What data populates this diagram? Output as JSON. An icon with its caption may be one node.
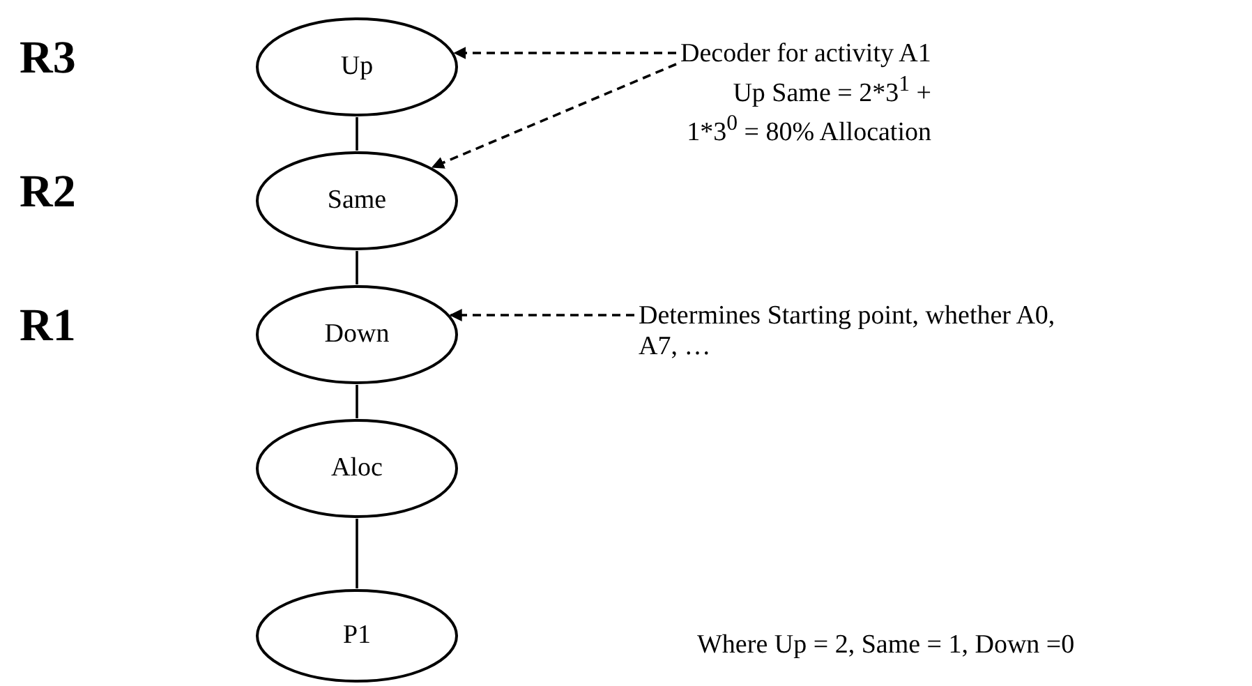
{
  "diagram": {
    "nodes": [
      {
        "text": [
          "Up"
        ]
      },
      {
        "text": [
          "Same"
        ]
      },
      {
        "text": [
          "Down"
        ]
      },
      {
        "text": [
          "Aloc"
        ]
      },
      {
        "text": [
          "P1"
        ]
      },
      {
        "text": [
          "Decoder for activity A1",
          "Up Same = 2*3$^{1}$ + 1*3$^{0}$ = 80% Allocation"
        ]
      },
      {
        "text": [
          "Determines Starting point, whether A0, A7, …"
        ]
      }
    ],
    "edges": [
      {
        "from": 0,
        "to": 1,
        "arrow": "none"
      },
      {
        "from": 1,
        "to": 2,
        "arrow": "none"
      },
      {
        "from": 2,
        "to": 3,
        "arrow": "none"
      },
      {
        "from": 3,
        "to": 4,
        "arrow": "none"
      },
      {
        "from": 5,
        "to": 0,
        "arrow": "to",
        "style": "dashed"
      },
      {
        "from": 5,
        "to": 1,
        "arrow": "to",
        "style": "dashed"
      },
      {
        "from": 6,
        "to": 2,
        "arrow": "to",
        "style": "dashed"
      }
    ],
    "labels": [
      "R3",
      "R2",
      "R1",
      "Where Up = 2, Same = 1, Down =0"
    ]
  }
}
